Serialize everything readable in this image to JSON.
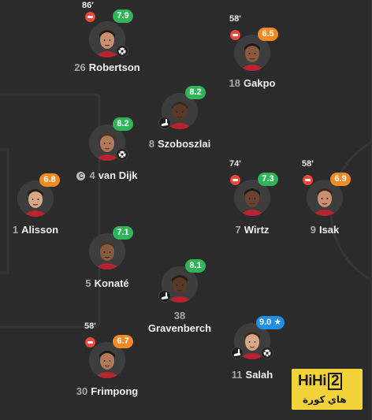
{
  "players": [
    {
      "id": "robertson",
      "number": "26",
      "name": "Robertson",
      "rating": "7.9",
      "rating_color": "green",
      "sub_minute": "86'",
      "subbed_off": true,
      "badges": [
        "ball-icon"
      ],
      "captain": false
    },
    {
      "id": "gakpo",
      "number": "18",
      "name": "Gakpo",
      "rating": "6.5",
      "rating_color": "orange",
      "sub_minute": "58'",
      "subbed_off": true,
      "badges": [],
      "captain": false
    },
    {
      "id": "szoboszlai",
      "number": "8",
      "name": "Szoboszlai",
      "rating": "8.2",
      "rating_color": "green",
      "sub_minute": "",
      "subbed_off": false,
      "badges": [
        "boot-icon"
      ],
      "captain": false
    },
    {
      "id": "vandijk",
      "number": "4",
      "name": "van Dijk",
      "rating": "8.2",
      "rating_color": "green",
      "sub_minute": "",
      "subbed_off": false,
      "badges": [
        "ball-icon"
      ],
      "captain": true,
      "captain_mark": "C"
    },
    {
      "id": "alisson",
      "number": "1",
      "name": "Alisson",
      "rating": "6.8",
      "rating_color": "orange",
      "sub_minute": "",
      "subbed_off": false,
      "badges": [],
      "captain": false
    },
    {
      "id": "wirtz",
      "number": "7",
      "name": "Wirtz",
      "rating": "7.3",
      "rating_color": "green",
      "sub_minute": "74'",
      "subbed_off": true,
      "badges": [],
      "captain": false
    },
    {
      "id": "isak",
      "number": "9",
      "name": "Isak",
      "rating": "6.9",
      "rating_color": "orange",
      "sub_minute": "58'",
      "subbed_off": true,
      "badges": [],
      "captain": false
    },
    {
      "id": "konate",
      "number": "5",
      "name": "Konaté",
      "rating": "7.1",
      "rating_color": "green",
      "sub_minute": "",
      "subbed_off": false,
      "badges": [],
      "captain": false
    },
    {
      "id": "gravenberch",
      "number": "38",
      "name": "Gravenberch",
      "rating": "8.1",
      "rating_color": "green",
      "sub_minute": "",
      "subbed_off": false,
      "badges": [
        "boot-icon"
      ],
      "captain": false
    },
    {
      "id": "frimpong",
      "number": "30",
      "name": "Frimpong",
      "rating": "6.7",
      "rating_color": "orange",
      "sub_minute": "58'",
      "subbed_off": true,
      "badges": [],
      "captain": false
    },
    {
      "id": "salah",
      "number": "11",
      "name": "Salah",
      "rating": "9.0 ★",
      "rating_color": "blue",
      "sub_minute": "",
      "subbed_off": false,
      "badges": [
        "boot-icon",
        "ball-icon"
      ],
      "captain": false
    }
  ],
  "watermark": {
    "brand": "HiHi",
    "brand_num": "2",
    "subtitle": "هاي كورة"
  },
  "colors": {
    "background": "#2b2b2b",
    "green": "#2fb45a",
    "orange": "#f08a24",
    "blue": "#1f8fe6",
    "sub_off": "#e84a3a"
  }
}
